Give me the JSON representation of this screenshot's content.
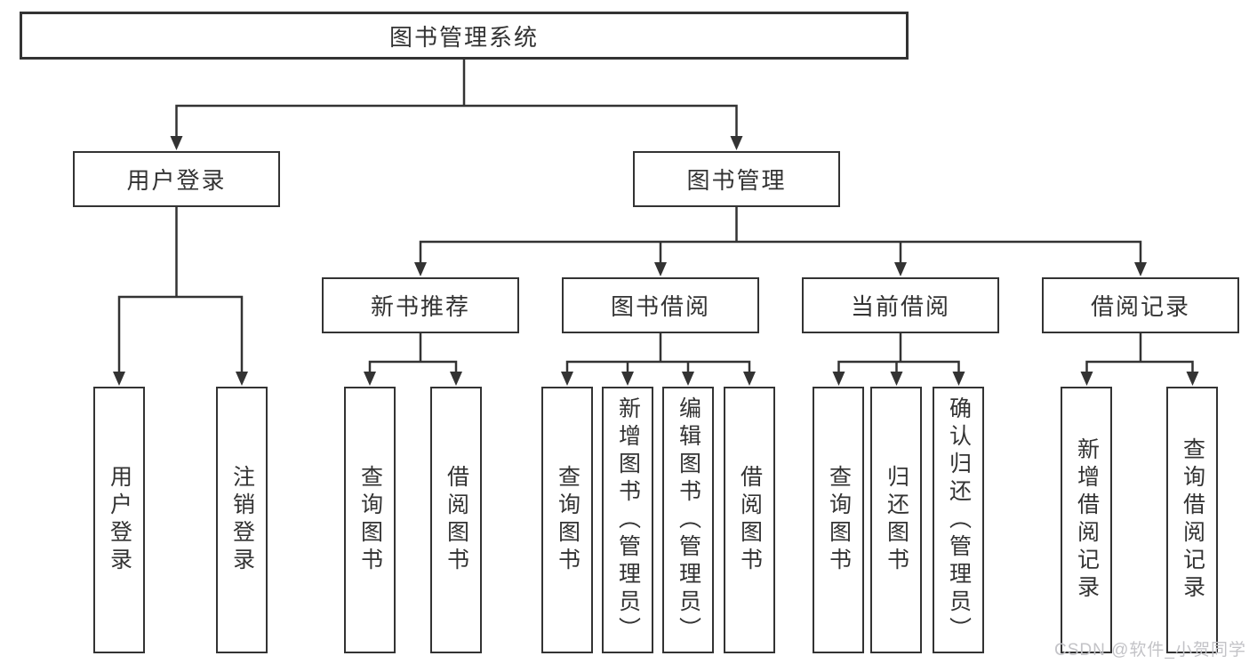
{
  "diagram": {
    "root_label": "图书管理系统",
    "level1": [
      {
        "id": "user-login",
        "label": "用户登录"
      },
      {
        "id": "book-management",
        "label": "图书管理"
      }
    ],
    "level2": [
      {
        "id": "new-book-recommend",
        "label": "新书推荐"
      },
      {
        "id": "book-borrowing",
        "label": "图书借阅"
      },
      {
        "id": "current-borrowing",
        "label": "当前借阅"
      },
      {
        "id": "borrowing-records",
        "label": "借阅记录"
      }
    ],
    "leaves": [
      {
        "id": "user-login-action",
        "label": "用户登录"
      },
      {
        "id": "logout-action",
        "label": "注销登录"
      },
      {
        "id": "recommend-query-books",
        "label": "查询图书"
      },
      {
        "id": "recommend-borrow-books",
        "label": "借阅图书"
      },
      {
        "id": "borrowing-query-books",
        "label": "查询图书"
      },
      {
        "id": "borrowing-add-books-admin",
        "label": "新增图书（管理员）"
      },
      {
        "id": "borrowing-edit-books-admin",
        "label": "编辑图书（管理员）"
      },
      {
        "id": "borrowing-borrow-books",
        "label": "借阅图书"
      },
      {
        "id": "current-query-books",
        "label": "查询图书"
      },
      {
        "id": "current-return-books",
        "label": "归还图书"
      },
      {
        "id": "current-confirm-return-admin",
        "label": "确认归还（管理员）"
      },
      {
        "id": "records-add-borrow-record",
        "label": "新增借阅记录"
      },
      {
        "id": "records-query-borrow-record",
        "label": "查询借阅记录"
      }
    ],
    "watermark": "CSDN @软件_小贺同学",
    "colors": {
      "line": "#333333",
      "text": "#333333",
      "box_background": "#ffffff",
      "watermark": "#c3c3c7",
      "background": "#ffffff"
    }
  }
}
